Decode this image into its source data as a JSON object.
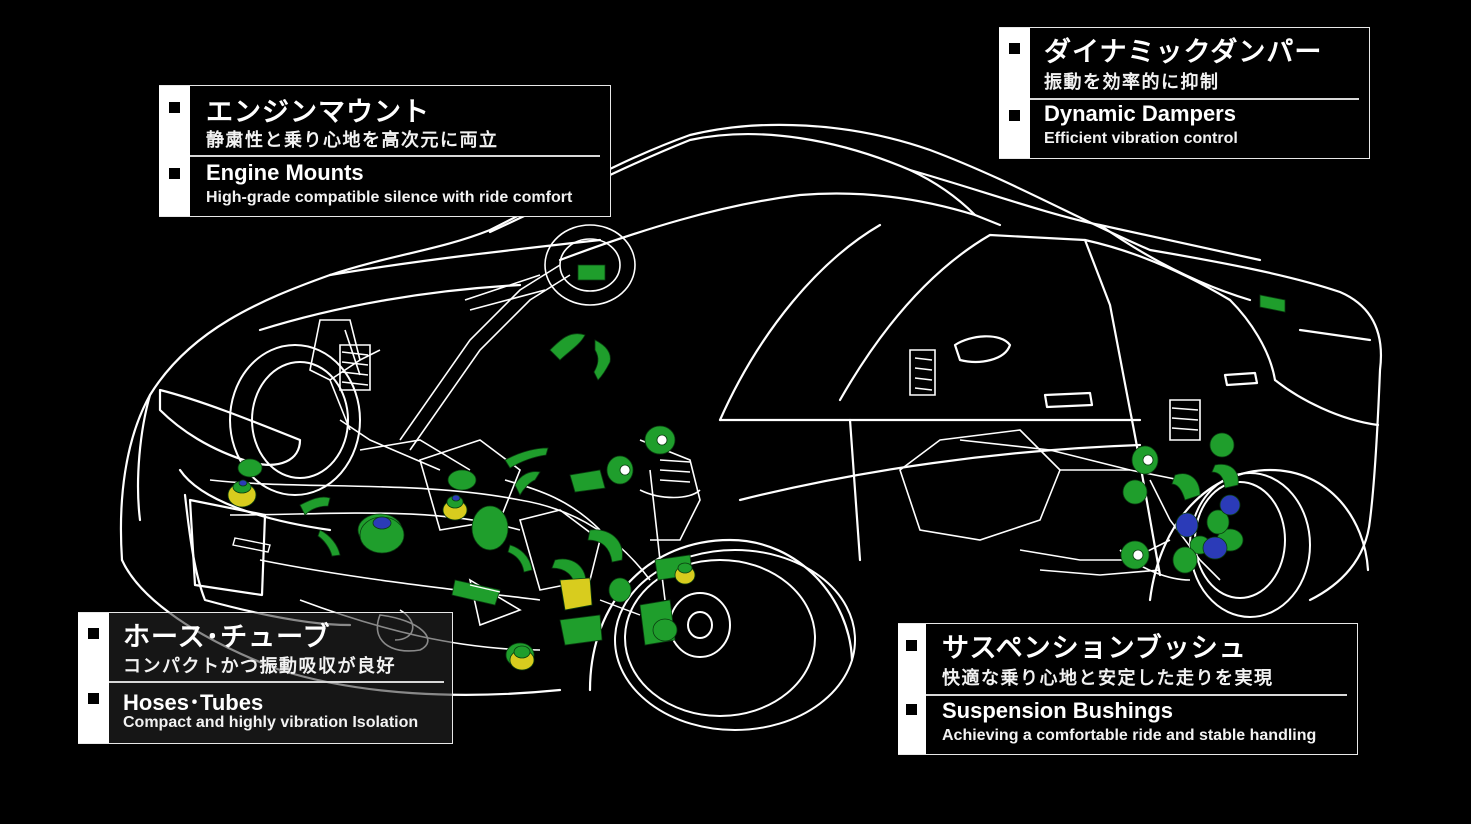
{
  "colors": {
    "background": "#000000",
    "line": "#ffffff",
    "rubber_green": "#1f9e2c",
    "metal_blue": "#2b3bb8",
    "metal_yellow": "#d8cc1e"
  },
  "callouts": {
    "engine_mounts": {
      "jp_title": "エンジンマウント",
      "jp_sub": "静粛性と乗り心地を高次元に両立",
      "en_title": "Engine Mounts",
      "en_sub": "High-grade compatible silence with ride comfort"
    },
    "dynamic_dampers": {
      "jp_title": "ダイナミックダンパー",
      "jp_sub": "振動を効率的に抑制",
      "en_title": "Dynamic Dampers",
      "en_sub": "Efficient vibration control"
    },
    "hoses_tubes": {
      "jp_title": "ホース･チューブ",
      "jp_sub": "コンパクトかつ振動吸収が良好",
      "en_title": "Hoses･Tubes",
      "en_sub": "Compact and highly vibration Isolation"
    },
    "suspension_bushings": {
      "jp_title": "サスペンションブッシュ",
      "jp_sub": "快適な乗り心地と安定した走りを実現",
      "en_title": "Suspension Bushings",
      "en_sub": "Achieving a comfortable ride and stable handling"
    }
  }
}
